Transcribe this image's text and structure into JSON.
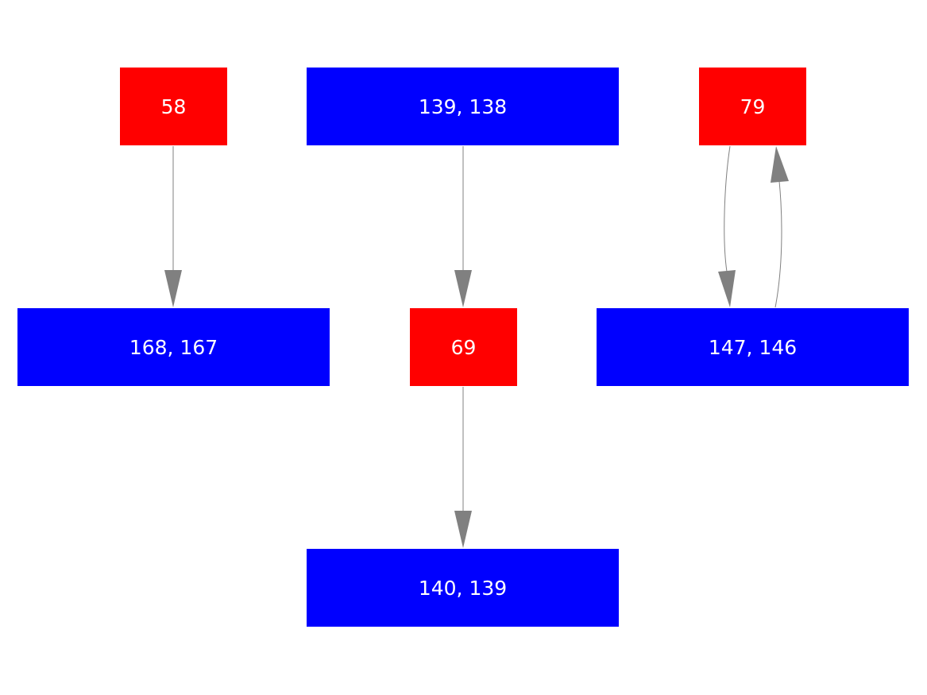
{
  "nodes": [
    {
      "id": "n58",
      "label": "58",
      "kind": "red"
    },
    {
      "id": "n139_138",
      "label": "139, 138",
      "kind": "blue"
    },
    {
      "id": "n79",
      "label": "79",
      "kind": "red"
    },
    {
      "id": "n168_167",
      "label": "168, 167",
      "kind": "blue"
    },
    {
      "id": "n69",
      "label": "69",
      "kind": "red"
    },
    {
      "id": "n147_146",
      "label": "147, 146",
      "kind": "blue"
    },
    {
      "id": "n140_139",
      "label": "140, 139",
      "kind": "blue"
    }
  ],
  "edges": [
    {
      "from": "58",
      "to": "168, 167"
    },
    {
      "from": "139, 138",
      "to": "69"
    },
    {
      "from": "69",
      "to": "140, 139"
    },
    {
      "from": "79",
      "to": "147, 146"
    },
    {
      "from": "147, 146",
      "to": "79"
    }
  ],
  "colors": {
    "red": "#ff0000",
    "blue": "#0000ff",
    "edge": "#808080"
  }
}
